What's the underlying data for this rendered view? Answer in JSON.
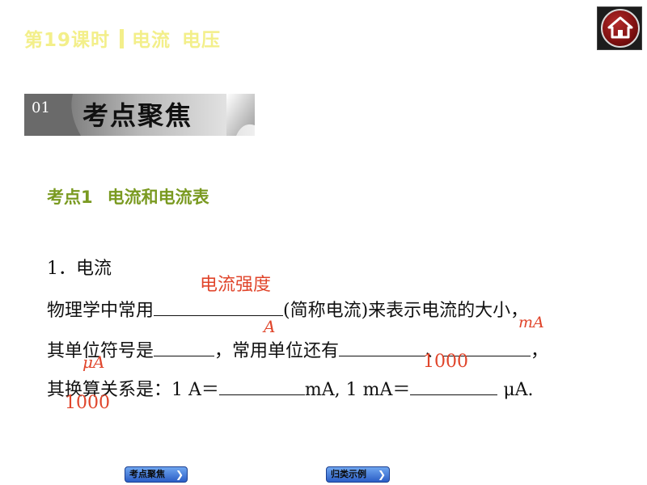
{
  "header": {
    "lesson": "第19课时",
    "topic_a": "电流",
    "topic_b": "电压"
  },
  "home_button": {
    "icon": "home-icon",
    "label": ""
  },
  "banner": {
    "number": "01",
    "title": "考点聚焦"
  },
  "section": {
    "label": "考点1",
    "title": "电流和电流表"
  },
  "content": {
    "item_title": "1．电流",
    "line1_prefix": "物理学中常用",
    "line1_suffix": "(简称电流)来表示电流的大小，",
    "line2_prefix": "其单位符号是",
    "line2_mid": "，常用单位还有",
    "line2_sep": "、",
    "line2_end": "，",
    "line3_prefix": "其换算关系是：1 A＝",
    "line3_mid": "mA, 1 mA＝",
    "line3_suffix": " μA."
  },
  "answers": {
    "intensity": "电流强度",
    "unit": "A",
    "milliamp": "mA",
    "microamp": "μA",
    "mA_value": "1000",
    "uA_value": "1000"
  },
  "nav": {
    "focus": "考点聚焦",
    "examples": "归类示例"
  },
  "colors": {
    "header": "#f3ef8a",
    "section": "#7a9a21",
    "answer": "#e0452b",
    "nav": "#2b5ec6"
  }
}
